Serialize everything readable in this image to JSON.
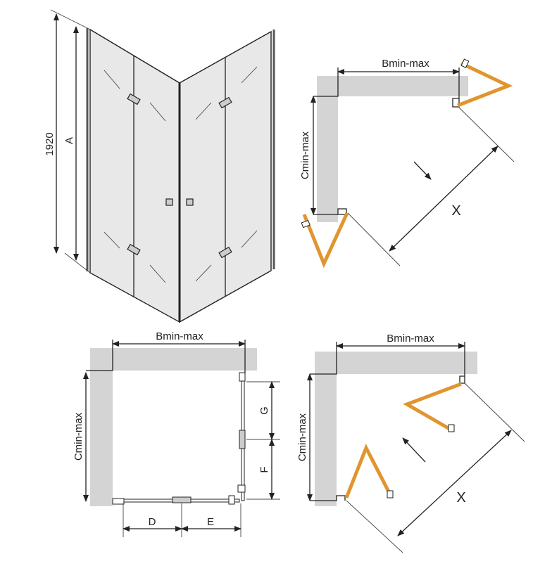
{
  "colors": {
    "door": "#e0952f",
    "wall": "#d4d4d4",
    "glass": "#e8e8e8"
  },
  "view_3d": {
    "height_value": "1920",
    "height_label": "A"
  },
  "plan_top_right": {
    "width_label": "Bmin-max",
    "depth_label": "Cmin-max",
    "diagonal_label": "X"
  },
  "plan_bottom_left": {
    "width_label": "Bmin-max",
    "depth_label": "Cmin-max",
    "label_d": "D",
    "label_e": "E",
    "label_f": "F",
    "label_g": "G"
  },
  "plan_bottom_right": {
    "width_label": "Bmin-max",
    "depth_label": "Cmin-max",
    "diagonal_label": "X"
  }
}
